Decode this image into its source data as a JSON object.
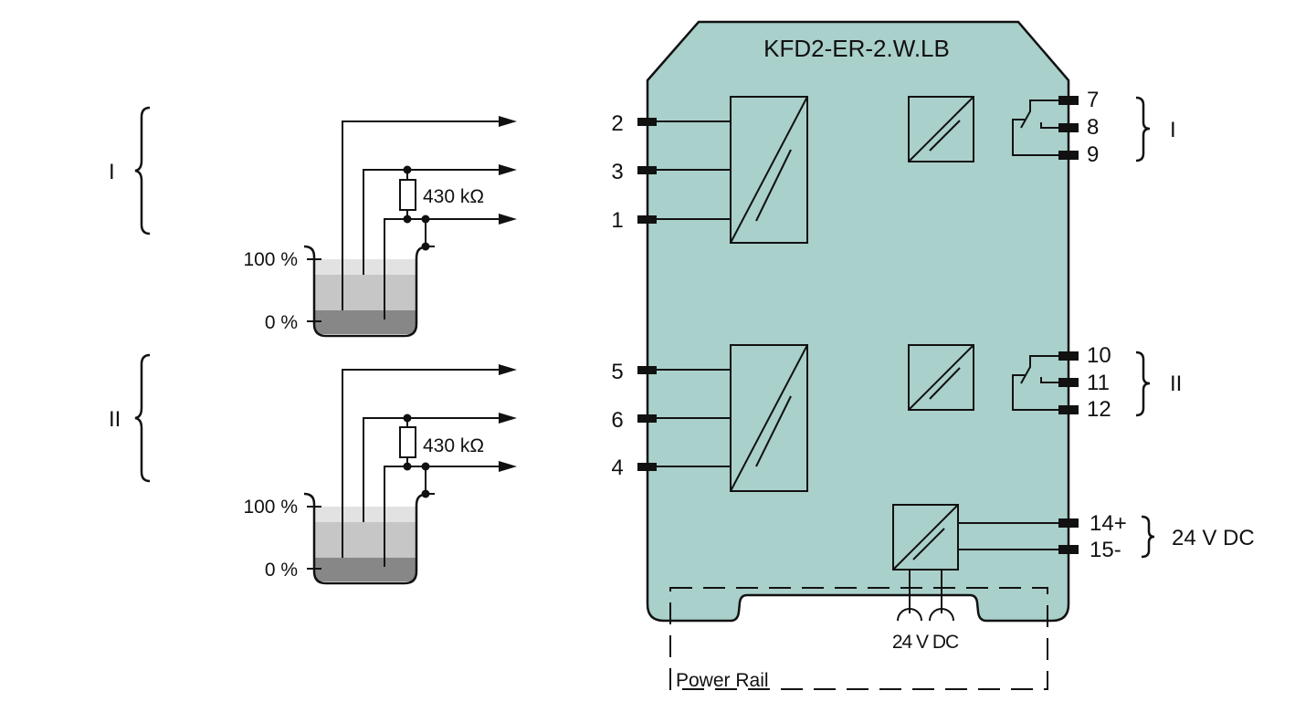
{
  "device": {
    "title": "KFD2-ER-2.W.LB",
    "body_color": "#a9d0cb"
  },
  "channels": [
    {
      "id": "I",
      "label": "I",
      "resistor": "430 kΩ",
      "level_high": "100 %",
      "level_low": "0 %",
      "input_terminals": [
        "2",
        "3",
        "1"
      ],
      "relay_terminals": [
        "7",
        "8",
        "9"
      ],
      "relay_group_label": "I"
    },
    {
      "id": "II",
      "label": "II",
      "resistor": "430 kΩ",
      "level_high": "100 %",
      "level_low": "0 %",
      "input_terminals": [
        "5",
        "6",
        "4"
      ],
      "relay_terminals": [
        "10",
        "11",
        "12"
      ],
      "relay_group_label": "II"
    }
  ],
  "power": {
    "terminals": [
      "14+",
      "15-"
    ],
    "supply_label": "24 V DC",
    "rail_supply_label": "24 V DC",
    "rail_label": "Power Rail"
  },
  "tank_colors": {
    "top": "#e2e2e2",
    "mid": "#c6c6c6",
    "bottom": "#878787"
  }
}
